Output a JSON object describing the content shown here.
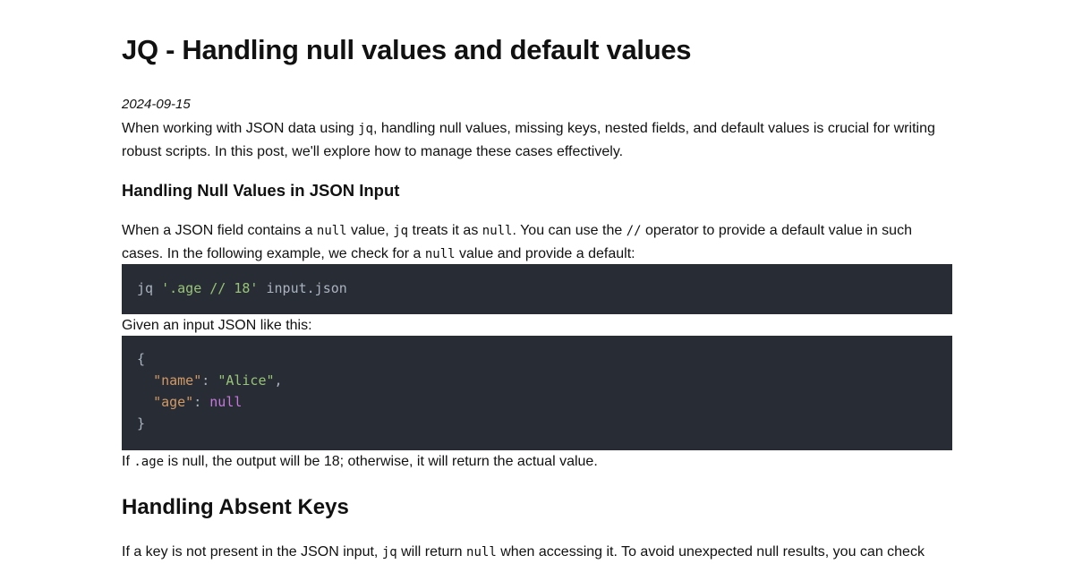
{
  "article": {
    "title": "JQ - Handling null values and default values",
    "date": "2024-09-15",
    "intro": {
      "t1": "When working with JSON data using ",
      "c1": "jq",
      "t2": ", handling null values, missing keys, nested fields, and default values is crucial for writing robust scripts. In this post, we'll explore how to manage these cases effectively."
    },
    "section1": {
      "heading": "Handling Null Values in JSON Input",
      "para": {
        "t1": "When a JSON field contains a ",
        "c1": "null",
        "t2": " value, ",
        "c2": "jq",
        "t3": " treats it as ",
        "c3": "null",
        "t4": ". You can use the ",
        "c4": "//",
        "t5": " operator to provide a default value in such cases. In the following example, we check for a ",
        "c5": "null",
        "t6": " value and provide a default:"
      },
      "command": {
        "cmd": "jq ",
        "filter": "'.age // 18'",
        "arg": " input.json"
      },
      "given": "Given an input JSON like this:",
      "json": {
        "open": "{",
        "k1": "\"name\"",
        "v1": "\"Alice\"",
        "k2": "\"age\"",
        "v2": "null",
        "close": "}"
      },
      "result": {
        "t1": "If ",
        "c1": ".age",
        "t2": " is null, the output will be 18; otherwise, it will return the actual value."
      }
    },
    "section2": {
      "heading": "Handling Absent Keys",
      "para": {
        "t1": "If a key is not present in the JSON input, ",
        "c1": "jq",
        "t2": " will return ",
        "c2": "null",
        "t3": " when accessing it. To avoid unexpected null results, you can check"
      }
    }
  },
  "colors": {
    "code_bg": "#282c34",
    "code_fg": "#abb2bf",
    "string": "#98c379",
    "key": "#d19a66",
    "keyword": "#c678dd"
  }
}
